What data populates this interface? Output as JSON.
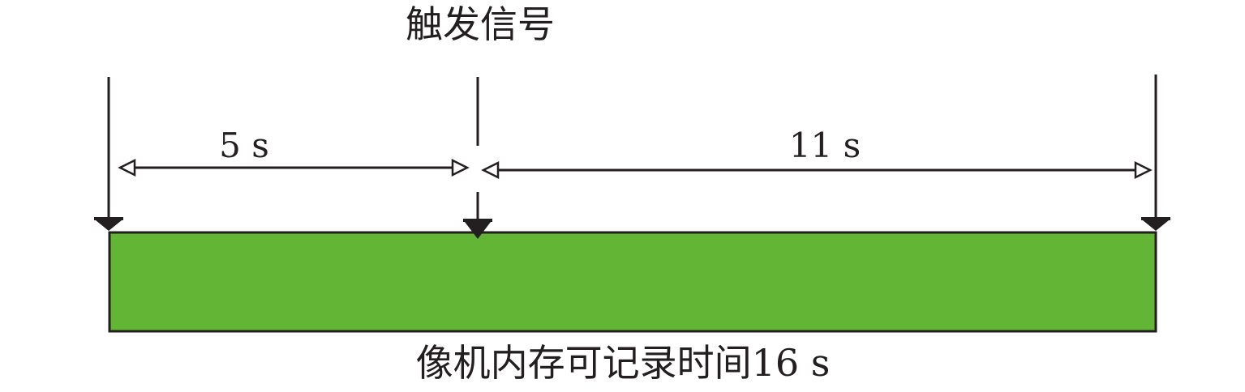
{
  "diagram": {
    "trigger_label": "触发信号",
    "pre_trigger": {
      "label": "5 s",
      "seconds": 5
    },
    "post_trigger": {
      "label": "11 s",
      "seconds": 11
    },
    "memory_caption": "像机内存可记录时间16 s",
    "colors": {
      "buffer_fill": "#63b536",
      "stroke": "#231f20",
      "background": "#ffffff"
    }
  }
}
